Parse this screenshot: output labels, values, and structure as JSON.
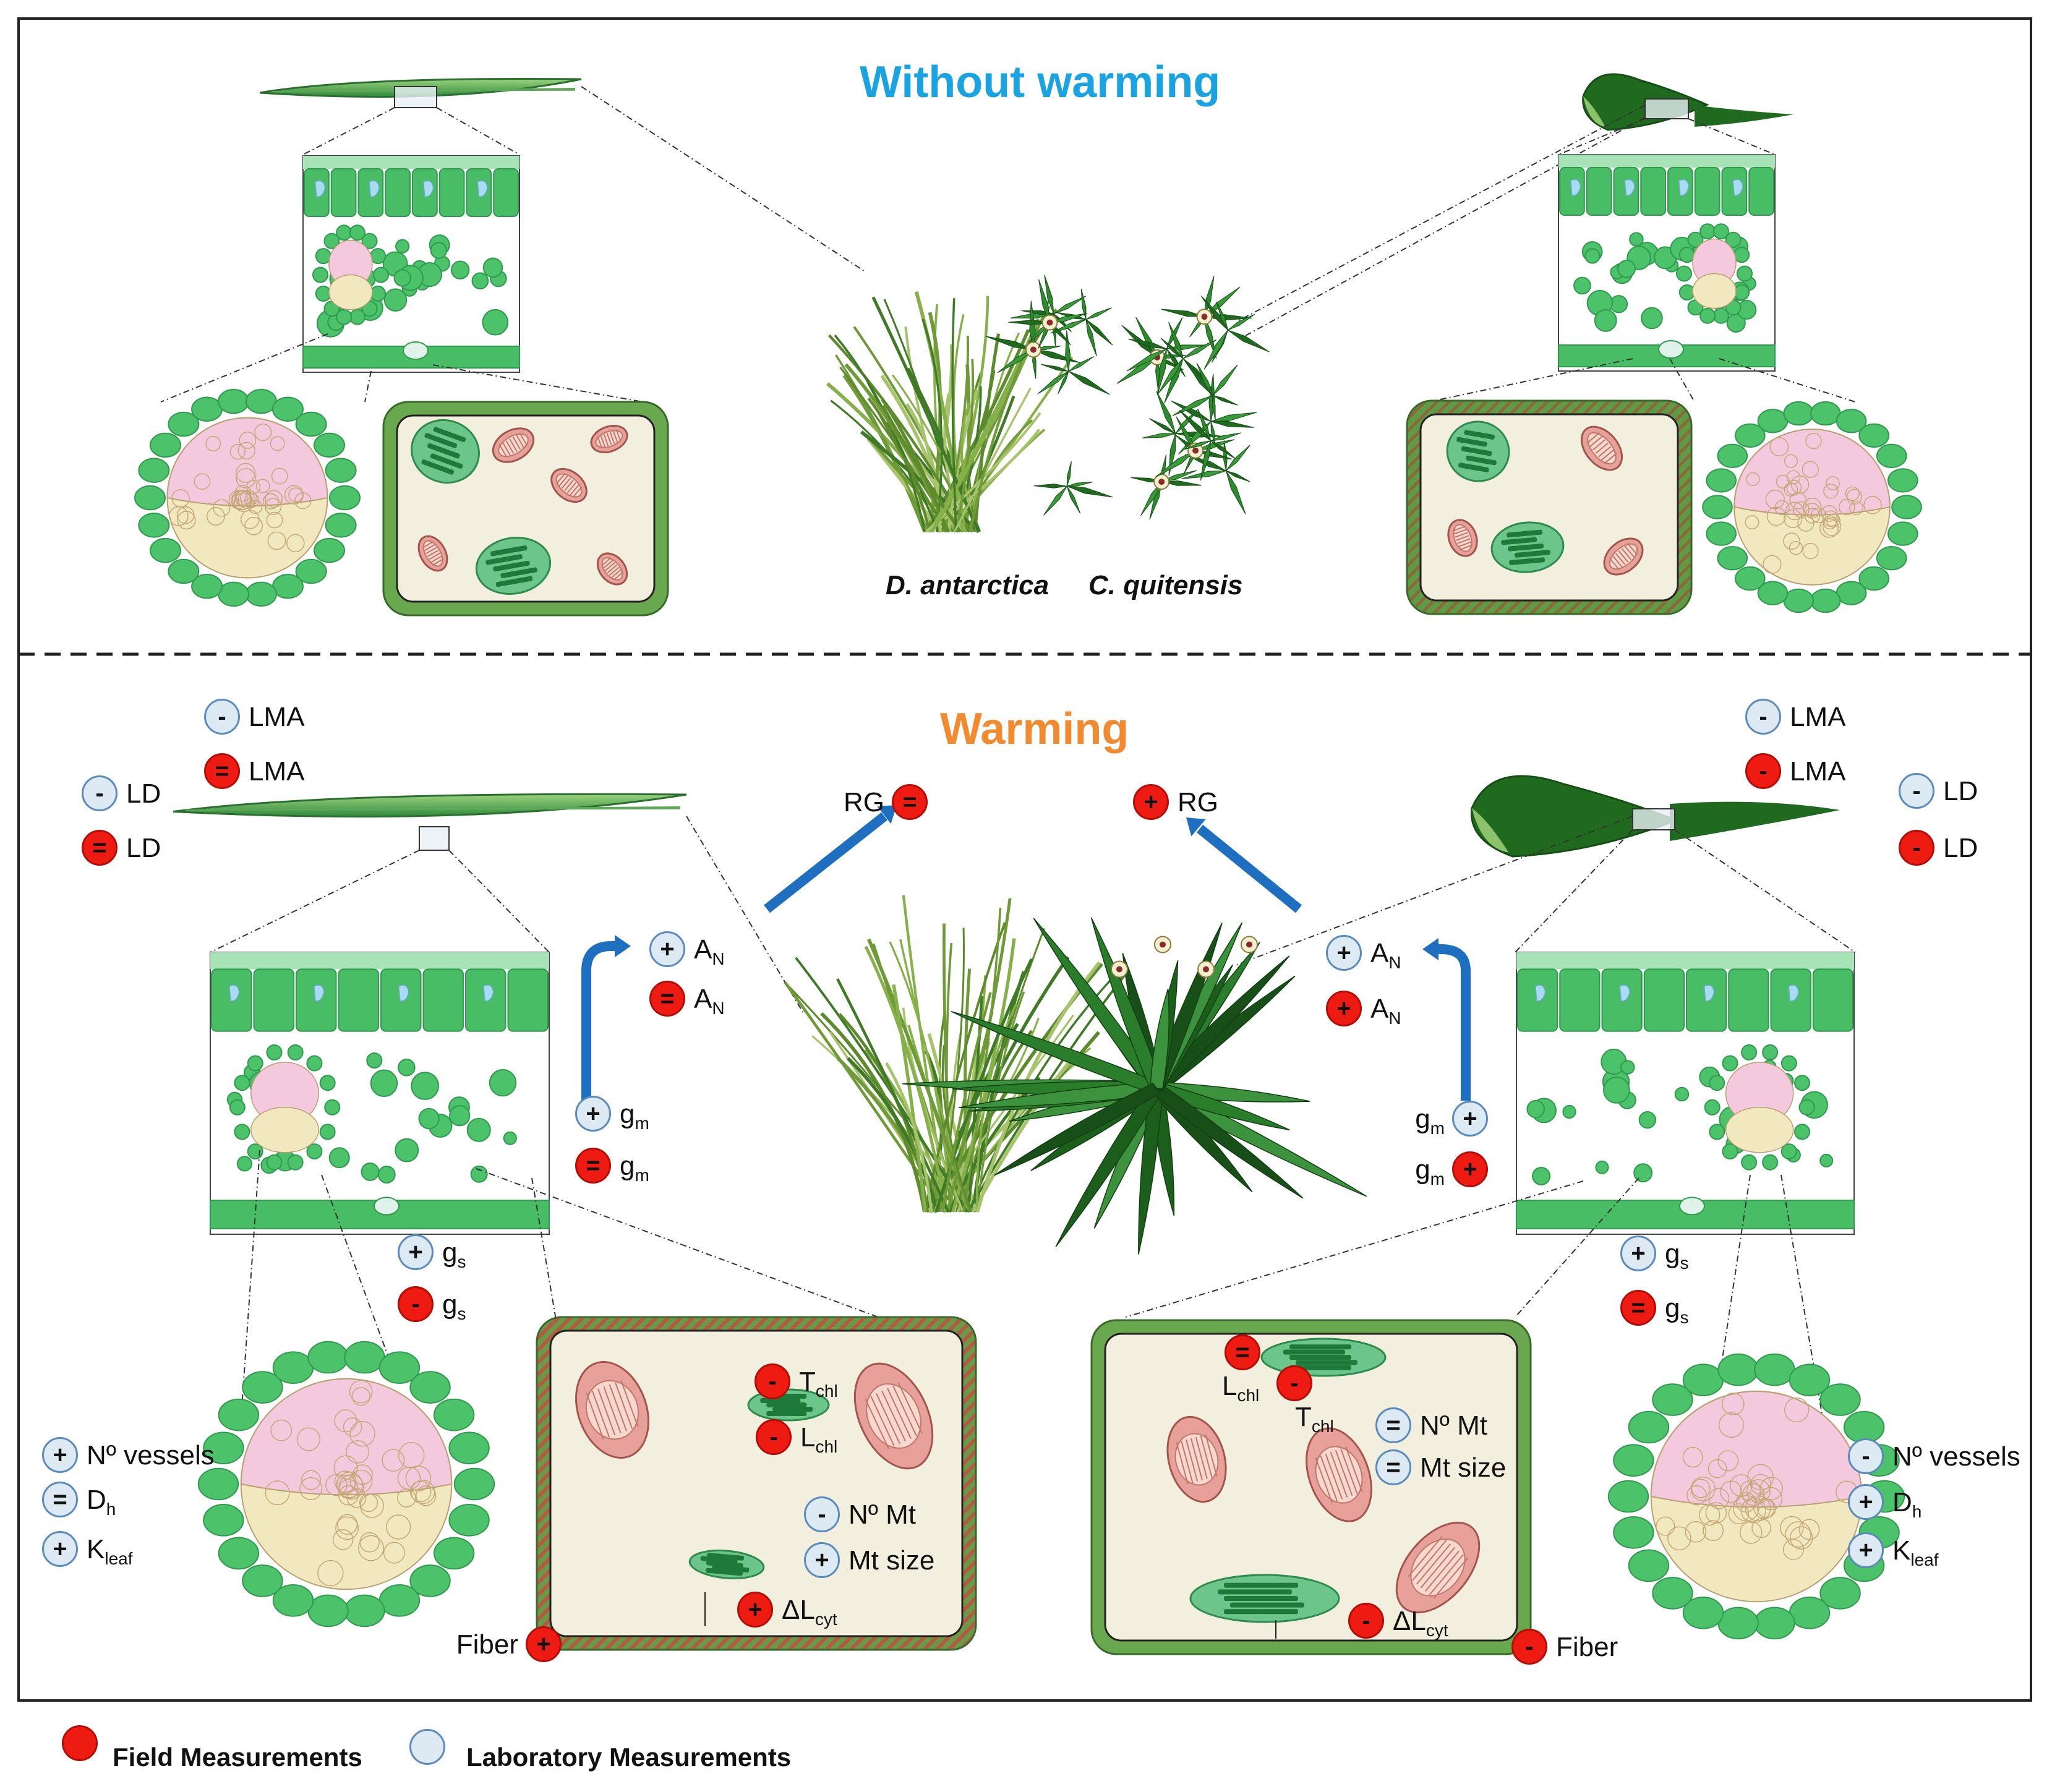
{
  "titles": {
    "without": "Without warming",
    "warming": "Warming"
  },
  "species": {
    "left": "D. antarctica",
    "right": "C. quitensis"
  },
  "colors": {
    "without_title": "#1aa3e0",
    "warming_title": "#f28a30",
    "field": "#ee1b13",
    "lab": "#dde9f3",
    "leaf_green": "#3fa84a",
    "cell_green": "#4cc26a",
    "arrow_blue": "#1f6fc0"
  },
  "badges": [
    {
      "id": "lma-lab-left",
      "type": "lab",
      "sign": "-",
      "text": "LMA",
      "sub": ""
    },
    {
      "id": "lma-field-left",
      "type": "field",
      "sign": "=",
      "text": "LMA",
      "sub": ""
    },
    {
      "id": "ld-lab-left",
      "type": "lab",
      "sign": "-",
      "text": "LD",
      "sub": ""
    },
    {
      "id": "ld-field-left",
      "type": "field",
      "sign": "=",
      "text": "LD",
      "sub": ""
    },
    {
      "id": "rg-field-left",
      "type": "field",
      "sign": "=",
      "text": "RG",
      "sub": ""
    },
    {
      "id": "rg-field-right",
      "type": "field",
      "sign": "+",
      "text": "RG",
      "sub": ""
    },
    {
      "id": "lma-lab-right",
      "type": "lab",
      "sign": "-",
      "text": "LMA",
      "sub": ""
    },
    {
      "id": "lma-field-right",
      "type": "field",
      "sign": "-",
      "text": "LMA",
      "sub": ""
    },
    {
      "id": "ld-lab-right",
      "type": "lab",
      "sign": "-",
      "text": "LD",
      "sub": ""
    },
    {
      "id": "ld-field-right",
      "type": "field",
      "sign": "-",
      "text": "LD",
      "sub": ""
    },
    {
      "id": "an-lab-left",
      "type": "lab",
      "sign": "+",
      "text": "A",
      "sub": "N"
    },
    {
      "id": "an-field-left",
      "type": "field",
      "sign": "=",
      "text": "A",
      "sub": "N"
    },
    {
      "id": "an-lab-right",
      "type": "lab",
      "sign": "+",
      "text": "A",
      "sub": "N"
    },
    {
      "id": "an-field-right",
      "type": "field",
      "sign": "+",
      "text": "A",
      "sub": "N"
    },
    {
      "id": "gm-lab-left",
      "type": "lab",
      "sign": "+",
      "text": "g",
      "sub": "m"
    },
    {
      "id": "gm-field-left",
      "type": "field",
      "sign": "=",
      "text": "g",
      "sub": "m"
    },
    {
      "id": "gm-lab-right",
      "type": "lab",
      "sign": "+",
      "text": "g",
      "sub": "m"
    },
    {
      "id": "gm-field-right",
      "type": "field",
      "sign": "+",
      "text": "g",
      "sub": "m"
    },
    {
      "id": "gs-lab-left",
      "type": "lab",
      "sign": "+",
      "text": "g",
      "sub": "s"
    },
    {
      "id": "gs-field-left",
      "type": "field",
      "sign": "-",
      "text": "g",
      "sub": "s"
    },
    {
      "id": "gs-lab-right",
      "type": "lab",
      "sign": "+",
      "text": "g",
      "sub": "s"
    },
    {
      "id": "gs-field-right",
      "type": "field",
      "sign": "=",
      "text": "g",
      "sub": "s"
    },
    {
      "id": "vessels-lab-left",
      "type": "lab",
      "sign": "+",
      "text": "Nº vessels",
      "sub": ""
    },
    {
      "id": "dh-lab-left",
      "type": "lab",
      "sign": "=",
      "text": "D",
      "sub": "h"
    },
    {
      "id": "kleaf-lab-left",
      "type": "lab",
      "sign": "+",
      "text": "K",
      "sub": "leaf"
    },
    {
      "id": "tchl-field-left",
      "type": "field",
      "sign": "-",
      "text": "T",
      "sub": "chl"
    },
    {
      "id": "lchl-field-left",
      "type": "field",
      "sign": "-",
      "text": "L",
      "sub": "chl"
    },
    {
      "id": "nmt-lab-left",
      "type": "lab",
      "sign": "-",
      "text": "Nº Mt",
      "sub": ""
    },
    {
      "id": "mtsize-lab-left",
      "type": "lab",
      "sign": "+",
      "text": "Mt size",
      "sub": ""
    },
    {
      "id": "dlcyt-field-left",
      "type": "field",
      "sign": "+",
      "text": "ΔL",
      "sub": "cyt"
    },
    {
      "id": "fiber-field-left",
      "type": "field",
      "sign": "+",
      "text": "Fiber",
      "sub": ""
    },
    {
      "id": "lchl-field-right",
      "type": "field",
      "sign": "=",
      "text": "L",
      "sub": "chl"
    },
    {
      "id": "tchl-field-right",
      "type": "field",
      "sign": "-",
      "text": "T",
      "sub": "chl"
    },
    {
      "id": "nmt-lab-right",
      "type": "lab",
      "sign": "=",
      "text": "Nº Mt",
      "sub": ""
    },
    {
      "id": "mtsize-lab-right",
      "type": "lab",
      "sign": "=",
      "text": "Mt size",
      "sub": ""
    },
    {
      "id": "dlcyt-field-right",
      "type": "field",
      "sign": "-",
      "text": "ΔL",
      "sub": "cyt"
    },
    {
      "id": "fiber-field-right",
      "type": "field",
      "sign": "-",
      "text": "Fiber",
      "sub": ""
    },
    {
      "id": "vessels-lab-right",
      "type": "lab",
      "sign": "-",
      "text": "Nº vessels",
      "sub": ""
    },
    {
      "id": "dh-lab-right",
      "type": "lab",
      "sign": "+",
      "text": "D",
      "sub": "h"
    },
    {
      "id": "kleaf-lab-right",
      "type": "lab",
      "sign": "+",
      "text": "K",
      "sub": "leaf"
    }
  ],
  "legend": {
    "field": "Field Measurements",
    "lab": "Laboratory Measurements"
  }
}
